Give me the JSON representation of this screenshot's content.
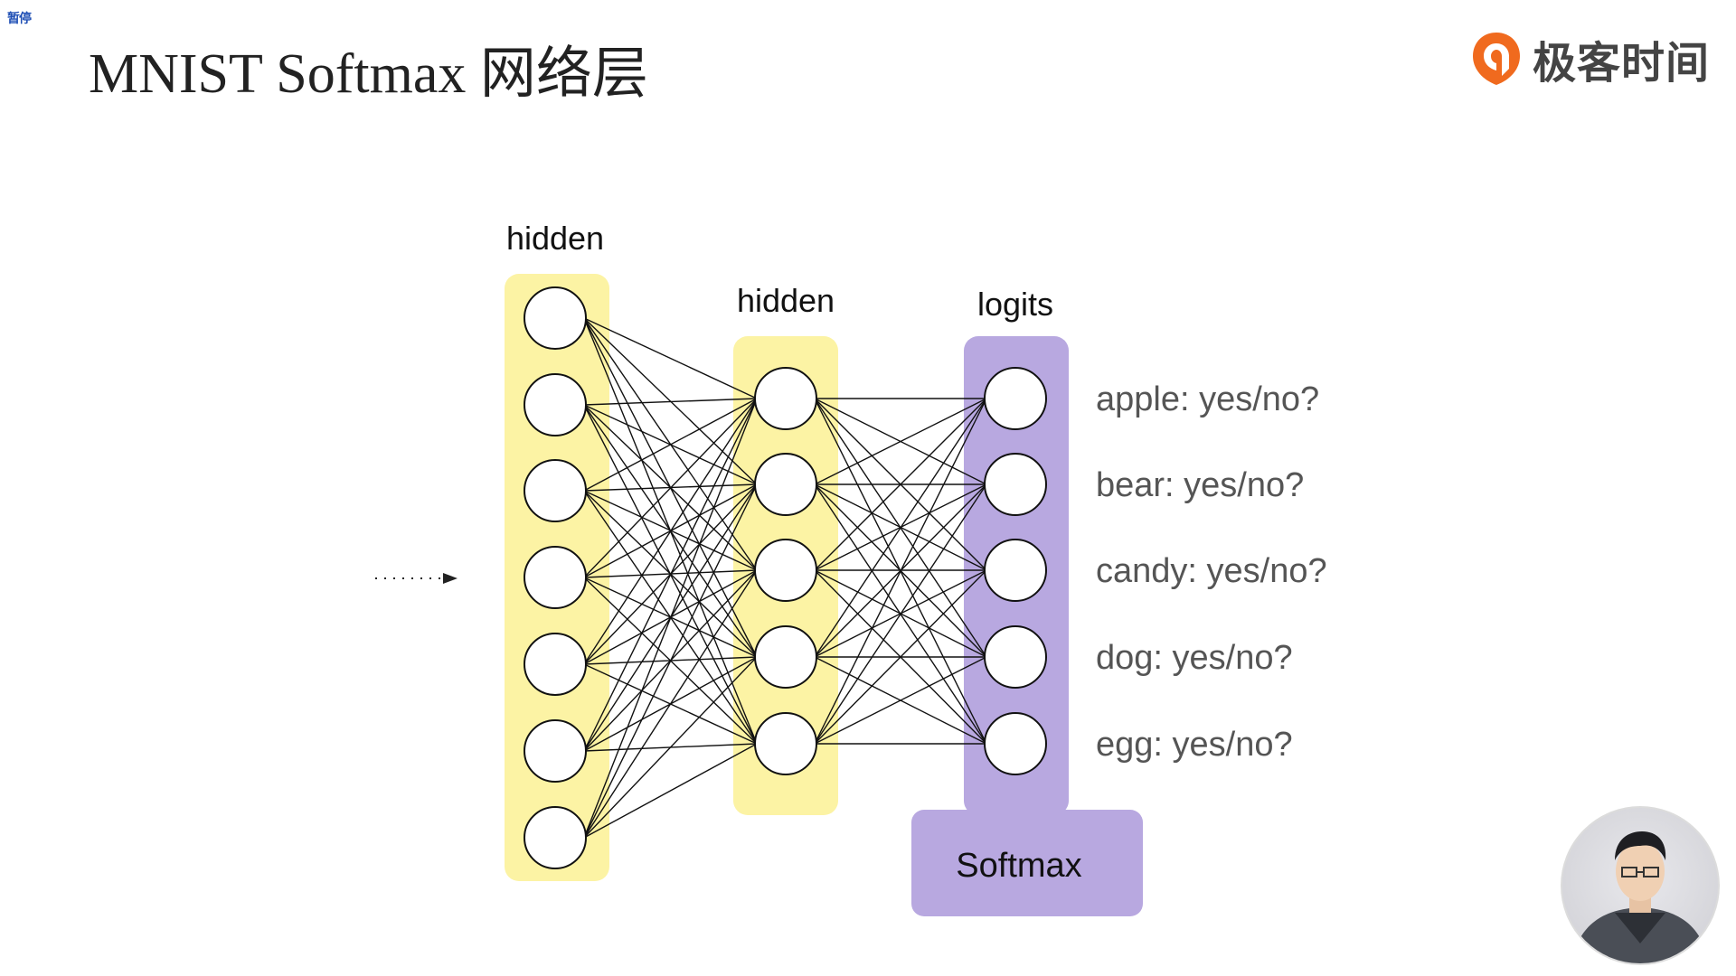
{
  "overlay": {
    "pause_label": "暂停"
  },
  "slide": {
    "title": "MNIST Softmax 网络层"
  },
  "brand": {
    "name": "极客时间",
    "color": "#f06a1e"
  },
  "diagram": {
    "layers": [
      {
        "label": "hidden",
        "node_count": 7,
        "fill": "#fcf3a4"
      },
      {
        "label": "hidden",
        "node_count": 5,
        "fill": "#fcf3a4"
      },
      {
        "label": "logits",
        "node_count": 5,
        "fill": "#b8a8e0"
      }
    ],
    "softmax_label": "Softmax",
    "softmax_fill": "#b8a8e0",
    "outputs": [
      "apple: yes/no?",
      "bear: yes/no?",
      "candy: yes/no?",
      "dog: yes/no?",
      "egg: yes/no?"
    ],
    "output_color": "#555555",
    "edge_color": "#111111"
  },
  "presenter": {
    "icon": "person-icon"
  }
}
